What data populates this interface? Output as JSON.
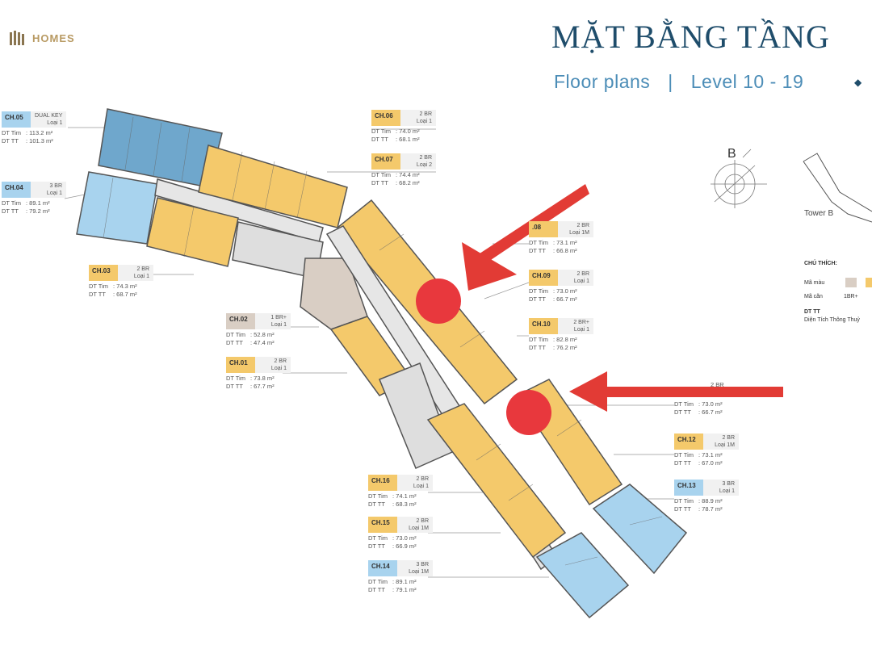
{
  "brand": {
    "logo_text": "HOMES"
  },
  "header": {
    "title": "MẶT BẰNG TẦNG",
    "subtitle_left": "Floor plans",
    "separator": "|",
    "subtitle_right": "Level 10 - 19"
  },
  "compass": {
    "label": "B"
  },
  "keyplan": {
    "tower": "Tower B"
  },
  "legend": {
    "title": "CHÚ THÍCH:",
    "color_label": "Mã màu",
    "unit_label": "Mã căn",
    "unit_1br": "1BR+",
    "dttt_label": "DT TT",
    "dttt_desc": "Diện Tích Thông Thuỷ"
  },
  "units": {
    "ch05": {
      "code": "CH.05",
      "type": "DUAL KEY",
      "sub": "Loại 1",
      "l1": "DT Tim",
      "v1": ": 113.2 m²",
      "l2": "DT TT",
      "v2": ": 101.3 m²"
    },
    "ch04": {
      "code": "CH.04",
      "type": "3 BR",
      "sub": "Loại 1",
      "l1": "DT Tim",
      "v1": ": 89.1 m²",
      "l2": "DT TT",
      "v2": ": 79.2 m²"
    },
    "ch03": {
      "code": "CH.03",
      "type": "2 BR",
      "sub": "Loại 1",
      "l1": "DT Tim",
      "v1": ": 74.3 m²",
      "l2": "DT TT",
      "v2": ": 68.7 m²"
    },
    "ch06": {
      "code": "CH.06",
      "type": "2 BR",
      "sub": "Loại 1",
      "l1": "DT Tim",
      "v1": ": 74.0 m²",
      "l2": "DT TT",
      "v2": ": 68.1 m²"
    },
    "ch07": {
      "code": "CH.07",
      "type": "2 BR",
      "sub": "Loại 2",
      "l1": "DT Tim",
      "v1": ": 74.4 m²",
      "l2": "DT TT",
      "v2": ": 68.2 m²"
    },
    "ch08": {
      "code": ".08",
      "type": "2 BR",
      "sub": "Loại 1M",
      "l1": "DT Tim",
      "v1": ": 73.1 m²",
      "l2": "DT TT",
      "v2": ": 66.8 m²"
    },
    "ch09": {
      "code": "CH.09",
      "type": "2 BR",
      "sub": "Loại 1",
      "l1": "DT Tim",
      "v1": ": 73.0 m²",
      "l2": "DT TT",
      "v2": ": 66.7 m²"
    },
    "ch10": {
      "code": "CH.10",
      "type": "2 BR+",
      "sub": "Loại 1",
      "l1": "DT Tim",
      "v1": ": 82.8 m²",
      "l2": "DT TT",
      "v2": ": 76.2 m²"
    },
    "ch02": {
      "code": "CH.02",
      "type": "1 BR+",
      "sub": "Loại 1",
      "l1": "DT Tim",
      "v1": ": 52.8 m²",
      "l2": "DT TT",
      "v2": ": 47.4 m²"
    },
    "ch01": {
      "code": "CH.01",
      "type": "2 BR",
      "sub": "Loại 1",
      "l1": "DT Tim",
      "v1": ": 73.8 m²",
      "l2": "DT TT",
      "v2": ": 67.7 m²"
    },
    "ch11": {
      "code": "",
      "type": "2 BR",
      "sub": "",
      "l1": "DT Tim",
      "v1": ": 73.0 m²",
      "l2": "DT TT",
      "v2": ": 66.7 m²"
    },
    "ch12": {
      "code": "CH.12",
      "type": "2 BR",
      "sub": "Loại 1M",
      "l1": "DT Tim",
      "v1": ": 73.1 m²",
      "l2": "DT TT",
      "v2": ": 67.0 m²"
    },
    "ch13": {
      "code": "CH.13",
      "type": "3 BR",
      "sub": "Loại 1",
      "l1": "DT Tim",
      "v1": ": 88.9 m²",
      "l2": "DT TT",
      "v2": ": 78.7 m²"
    },
    "ch16": {
      "code": "CH.16",
      "type": "2 BR",
      "sub": "Loại 1",
      "l1": "DT Tim",
      "v1": ": 74.1 m²",
      "l2": "DT TT",
      "v2": ": 68.3 m²"
    },
    "ch15": {
      "code": "CH.15",
      "type": "2 BR",
      "sub": "Loại 1M",
      "l1": "DT Tim",
      "v1": ": 73.0 m²",
      "l2": "DT TT",
      "v2": ": 66.9 m²"
    },
    "ch14": {
      "code": "CH.14",
      "type": "3 BR",
      "sub": "Loại 1M",
      "l1": "DT Tim",
      "v1": ": 89.1 m²",
      "l2": "DT TT",
      "v2": ": 79.1 m²"
    }
  },
  "colors": {
    "navy": "#1f4d6b",
    "light_blue_text": "#4c8db7",
    "unit_yellow": "#f4c96b",
    "unit_blue": "#a8d3ee",
    "unit_dark_blue": "#6fa7cc",
    "unit_grey": "#d9cec4",
    "marker_red": "#e8383d"
  }
}
